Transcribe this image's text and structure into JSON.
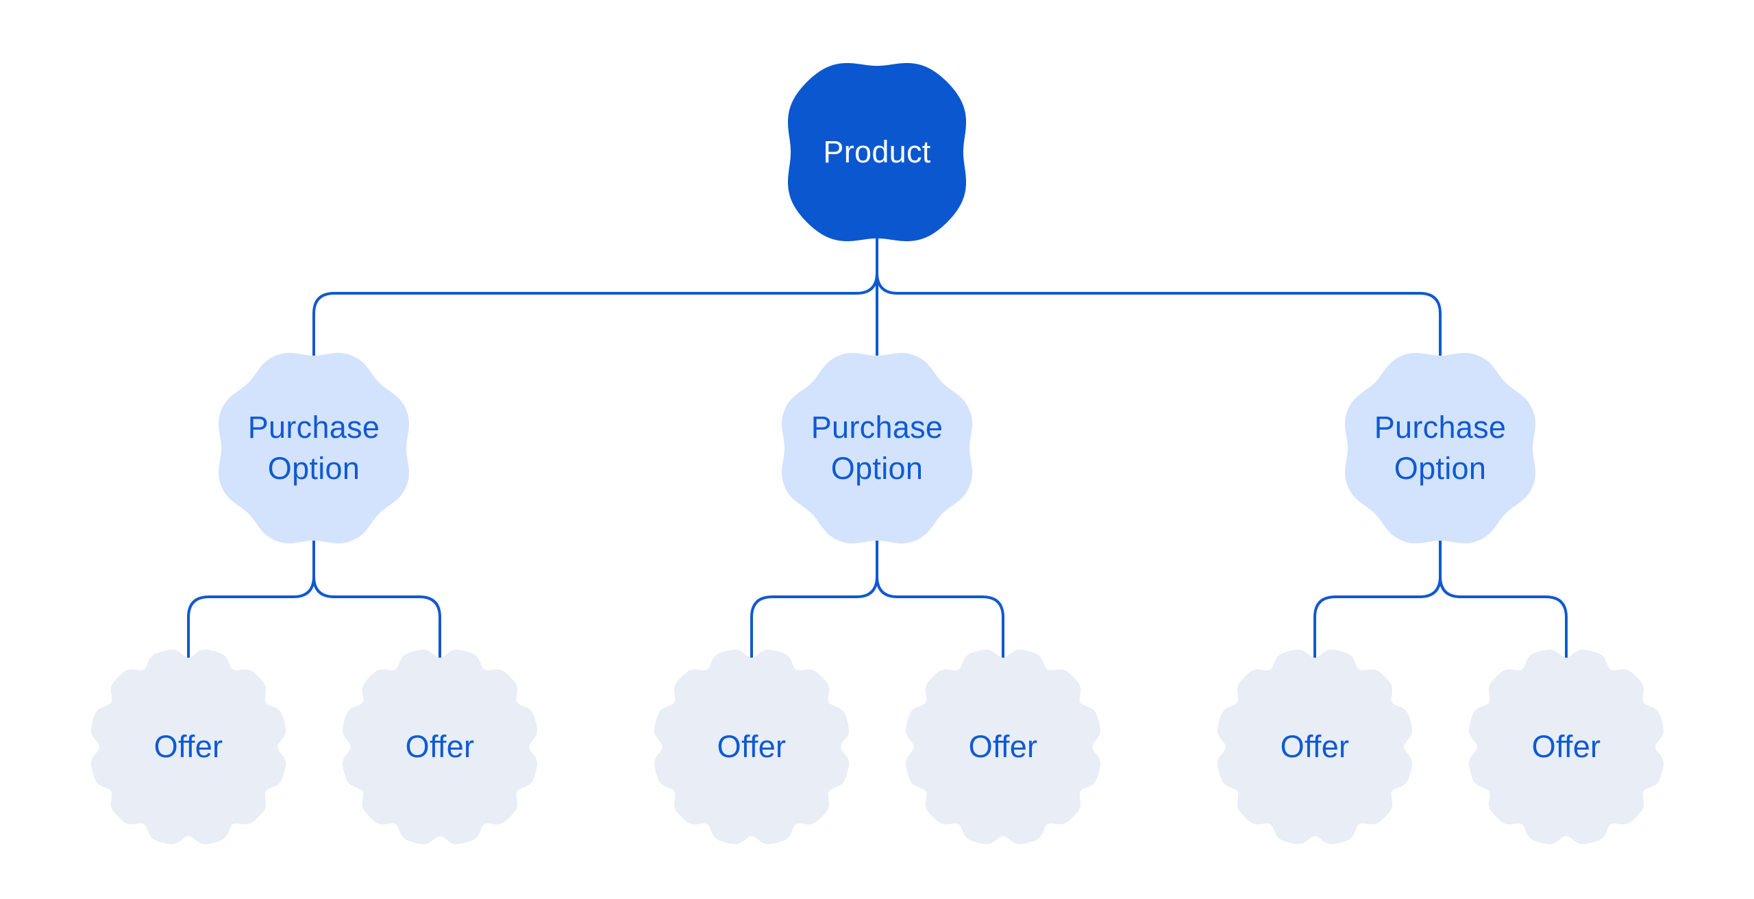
{
  "diagram": {
    "root": {
      "label": "Product"
    },
    "groups": [
      {
        "option_label": "Purchase Option",
        "offers": [
          "Offer",
          "Offer"
        ]
      },
      {
        "option_label": "Purchase Option",
        "offers": [
          "Offer",
          "Offer"
        ]
      },
      {
        "option_label": "Purchase Option",
        "offers": [
          "Offer",
          "Offer"
        ]
      }
    ]
  },
  "colors": {
    "background": "#FFFFFF",
    "product_fill": "#0B57D0",
    "product_text": "#FFFFFF",
    "option_fill": "#D3E3FD",
    "offer_fill": "#E8EDF6",
    "label_text": "#0E5AD2",
    "connector": "#1059CF"
  }
}
